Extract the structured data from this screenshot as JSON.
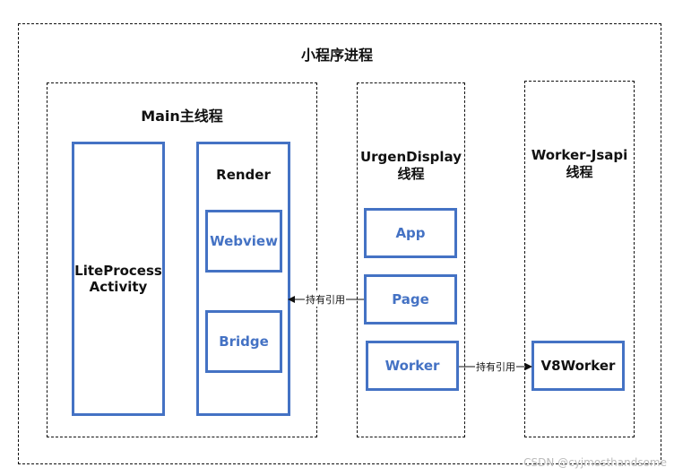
{
  "diagram": {
    "outer_title": "小程序进程",
    "main_title": "Main主线程",
    "lite_label": "LiteProcess\nActivity",
    "render_title": "Render",
    "webview": "Webview",
    "bridge": "Bridge",
    "urgen_title": "UrgenDisplay\n线程",
    "app": "App",
    "page": "Page",
    "worker": "Worker",
    "worker_js_title": "Worker-Jsapi\n线程",
    "v8worker": "V8Worker",
    "edge1_label": "持有引用",
    "edge2_label": "持有引用"
  },
  "watermark": "CSDN @cyjmosthandsome",
  "colors": {
    "accent": "#4472c4",
    "line": "#111111"
  }
}
